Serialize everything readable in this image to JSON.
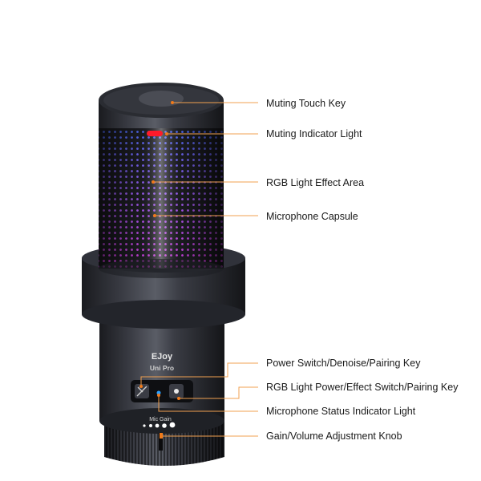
{
  "product": {
    "brand": "EJoy",
    "model": "Uni Pro",
    "gain_label": "Mic Gain"
  },
  "callouts": [
    {
      "id": "muting-touch-key",
      "label": "Muting Touch Key"
    },
    {
      "id": "muting-indicator-light",
      "label": "Muting Indicator Light"
    },
    {
      "id": "rgb-light-effect-area",
      "label": "RGB Light Effect Area"
    },
    {
      "id": "microphone-capsule",
      "label": "Microphone Capsule"
    },
    {
      "id": "power-switch-key",
      "label": "Power Switch/Denoise/Pairing Key"
    },
    {
      "id": "rgb-power-effect-key",
      "label": "RGB Light Power/Effect Switch/Pairing Key"
    },
    {
      "id": "status-indicator-light",
      "label": "Microphone Status Indicator Light"
    },
    {
      "id": "gain-knob",
      "label": "Gain/Volume Adjustment Knob"
    }
  ],
  "colors": {
    "leader_line": "#f0a050",
    "leader_dot": "#f07a1a",
    "mute_light": "#ff1a2a",
    "status_light": "#2aa0ff",
    "body": "#2b2d33"
  }
}
